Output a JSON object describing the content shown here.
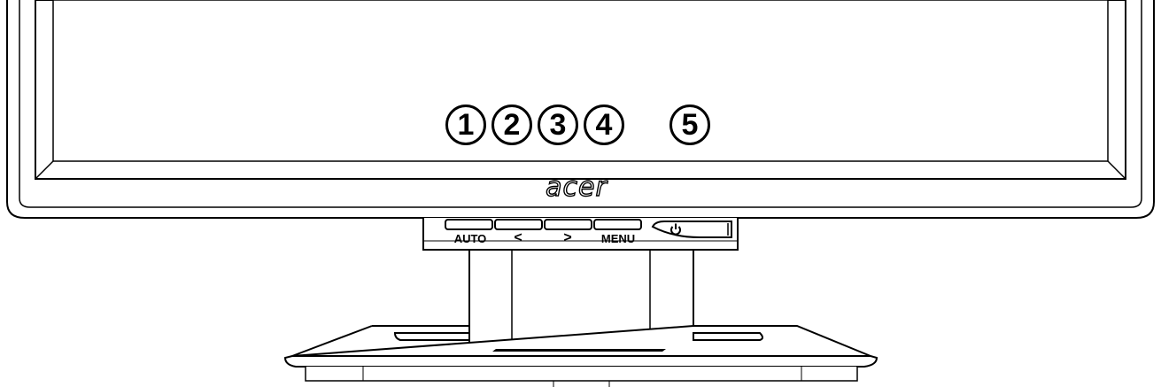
{
  "brand": {
    "logo_text": "acer"
  },
  "callouts": [
    "1",
    "2",
    "3",
    "4",
    "5"
  ],
  "buttons": {
    "auto_label": "AUTO",
    "left_label": "<",
    "right_label": ">",
    "menu_label": "MENU",
    "power_icon": "power-icon"
  }
}
